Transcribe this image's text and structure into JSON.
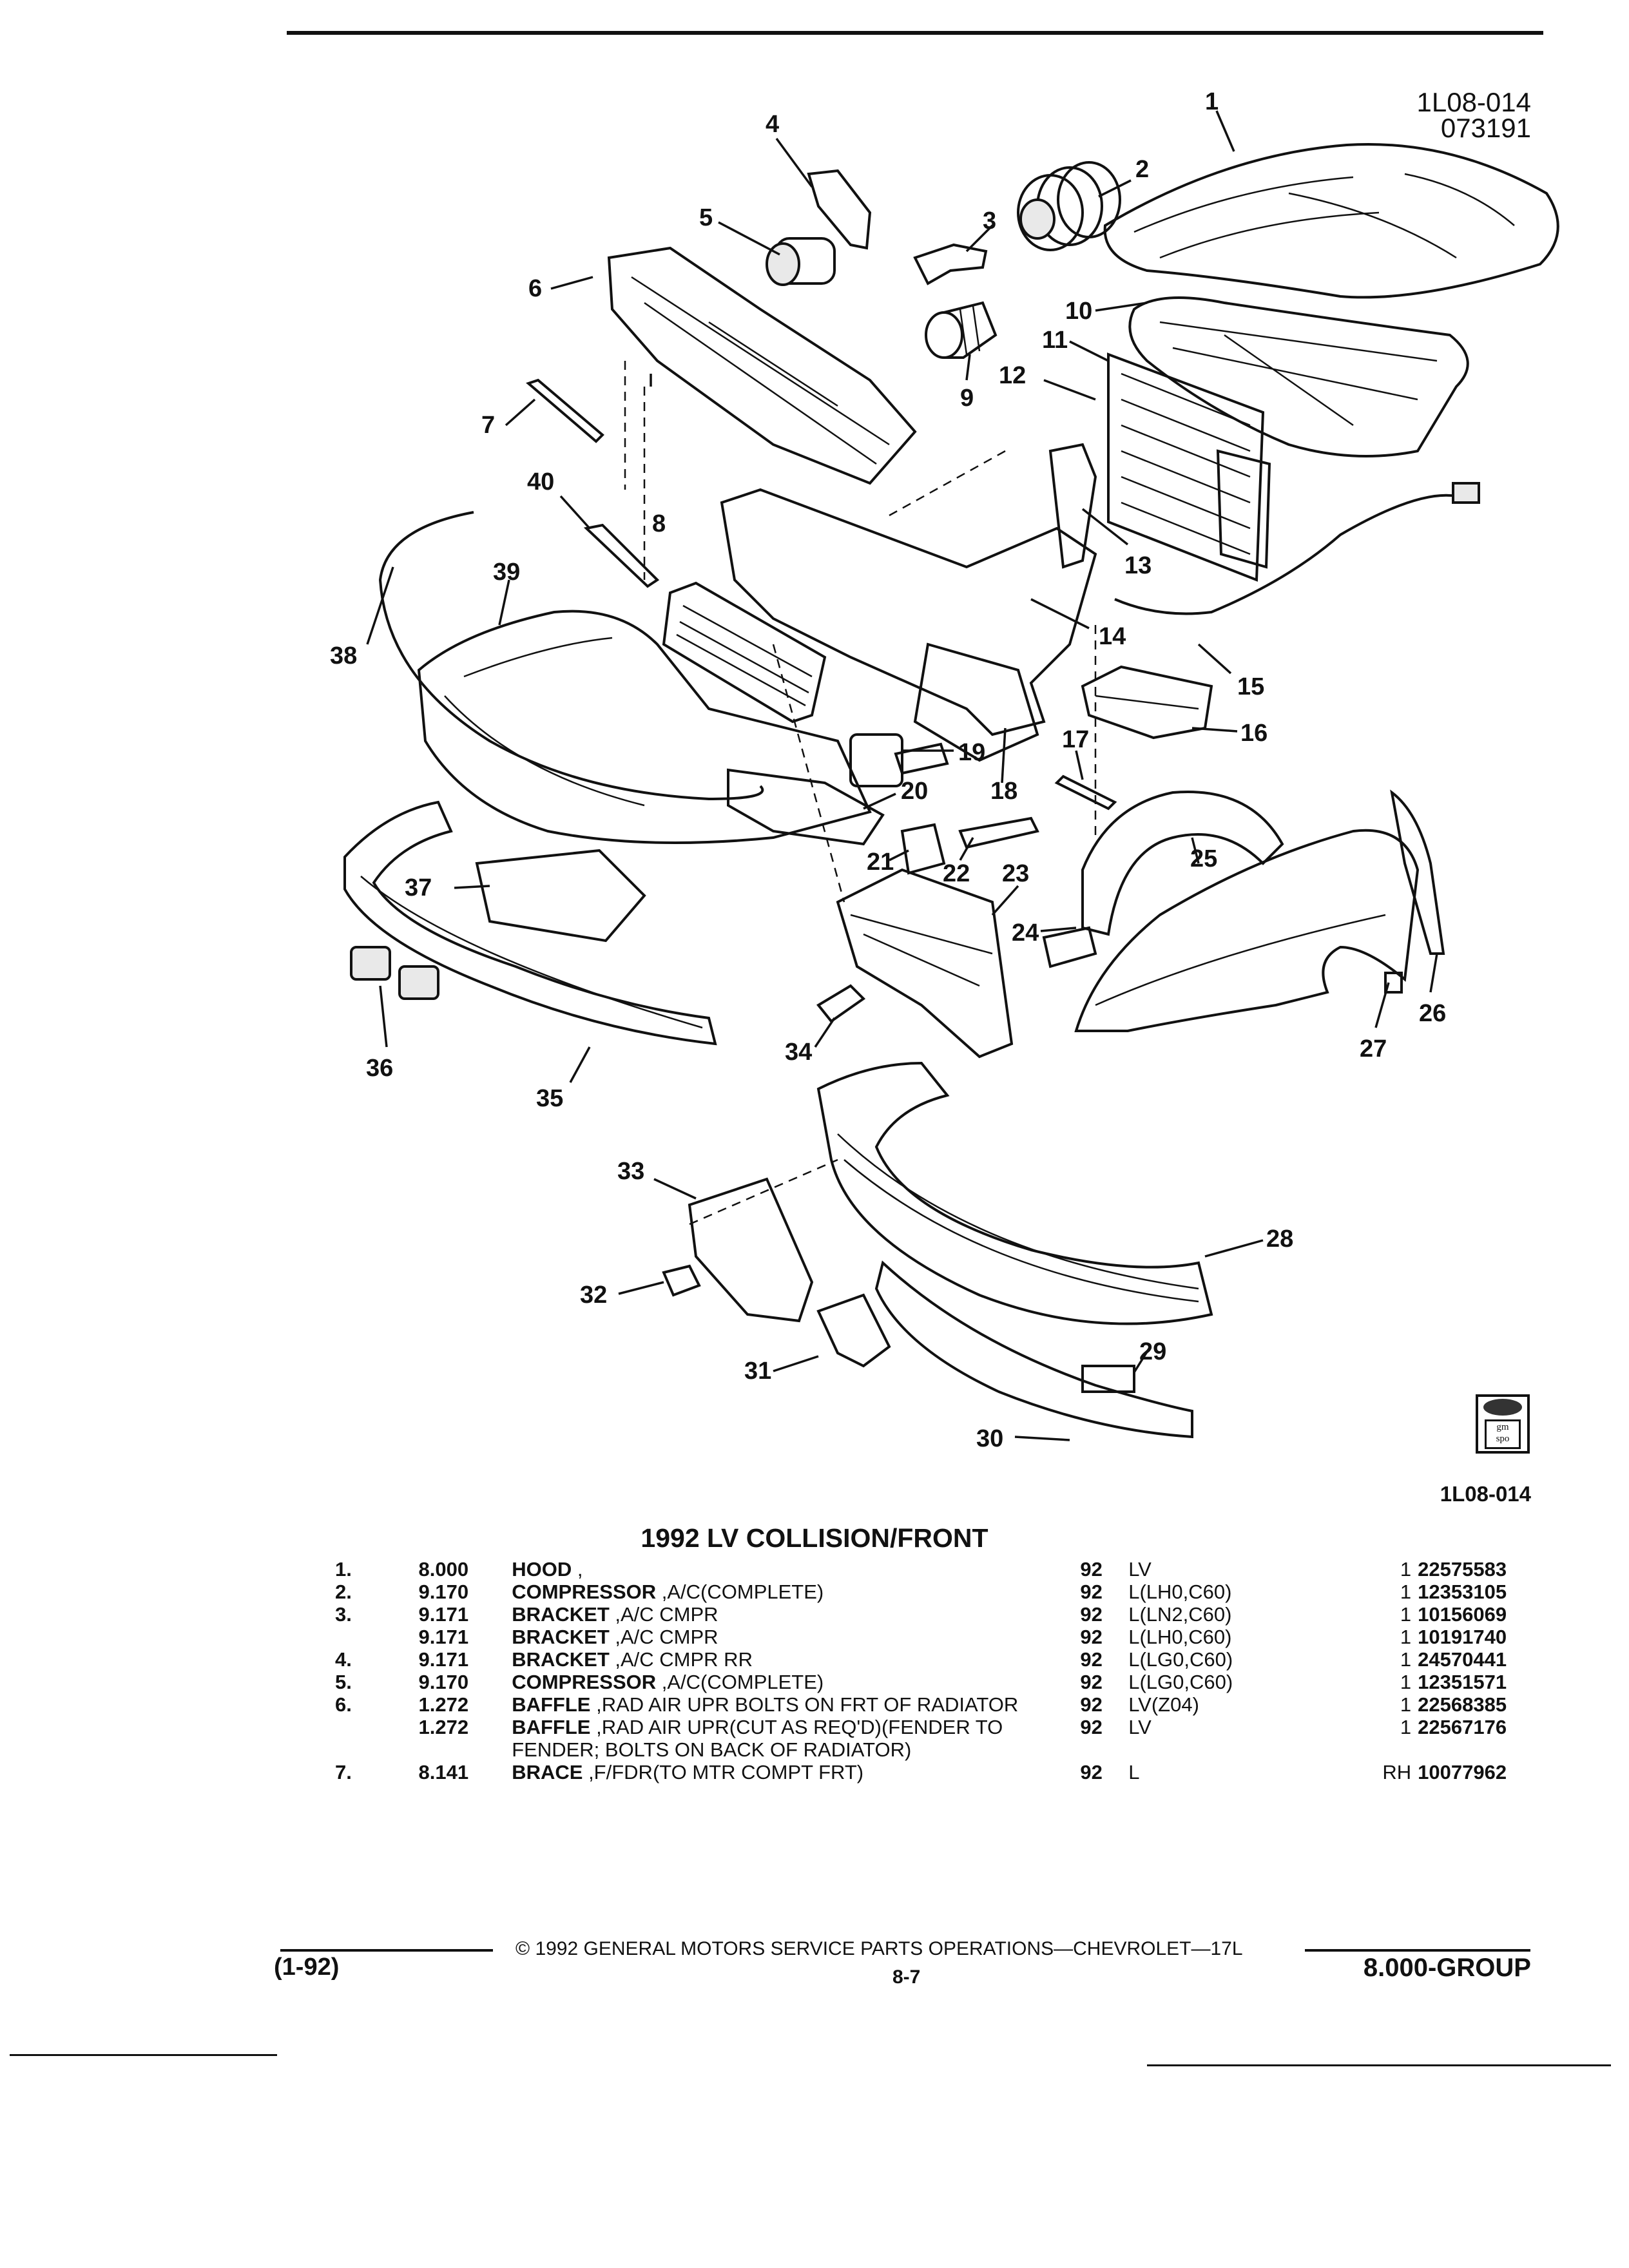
{
  "header": {
    "illustration_code": "1L08-014",
    "illustration_date": "073191"
  },
  "diagram": {
    "callouts": [
      "1",
      "2",
      "3",
      "4",
      "5",
      "6",
      "7",
      "8",
      "9",
      "10",
      "11",
      "12",
      "13",
      "14",
      "15",
      "16",
      "17",
      "18",
      "19",
      "20",
      "21",
      "22",
      "23",
      "24",
      "25",
      "26",
      "27",
      "28",
      "29",
      "30",
      "31",
      "32",
      "33",
      "34",
      "35",
      "36",
      "37",
      "38",
      "39",
      "40"
    ]
  },
  "logo": {
    "text": "gm spo"
  },
  "illustration_code_small": "1L08-014",
  "title": "1992 LV COLLISION/FRONT",
  "parts": [
    {
      "ref": "1.",
      "group": "8.000",
      "name": "HOOD",
      "detail": " ,",
      "year": "92",
      "model": "LV",
      "qty": "1",
      "part_no": "22575583"
    },
    {
      "ref": "2.",
      "group": "9.170",
      "name": "COMPRESSOR",
      "detail": " ,A/C(COMPLETE)",
      "year": "92",
      "model": "L(LH0,C60)",
      "qty": "1",
      "part_no": "12353105"
    },
    {
      "ref": "3.",
      "group": "9.171",
      "name": "BRACKET",
      "detail": " ,A/C CMPR",
      "year": "92",
      "model": "L(LN2,C60)",
      "qty": "1",
      "part_no": "10156069"
    },
    {
      "ref": "",
      "group": "9.171",
      "name": "BRACKET",
      "detail": " ,A/C CMPR",
      "year": "92",
      "model": "L(LH0,C60)",
      "qty": "1",
      "part_no": "10191740"
    },
    {
      "ref": "4.",
      "group": "9.171",
      "name": "BRACKET",
      "detail": " ,A/C CMPR RR",
      "year": "92",
      "model": "L(LG0,C60)",
      "qty": "1",
      "part_no": "24570441"
    },
    {
      "ref": "5.",
      "group": "9.170",
      "name": "COMPRESSOR",
      "detail": " ,A/C(COMPLETE)",
      "year": "92",
      "model": "L(LG0,C60)",
      "qty": "1",
      "part_no": "12351571"
    },
    {
      "ref": "6.",
      "group": "1.272",
      "name": "BAFFLE",
      "detail": " ,RAD AIR UPR BOLTS ON FRT OF RADIATOR",
      "year": "92",
      "model": "LV(Z04)",
      "qty": "1",
      "part_no": "22568385"
    },
    {
      "ref": "",
      "group": "1.272",
      "name": "BAFFLE",
      "detail": " ,RAD AIR UPR(CUT AS REQ'D)(FENDER TO FENDER; BOLTS ON BACK OF RADIATOR)",
      "year": "92",
      "model": "LV",
      "qty": "1",
      "part_no": "22567176"
    },
    {
      "ref": "7.",
      "group": "8.141",
      "name": "BRACE",
      "detail": " ,F/FDR(TO MTR COMPT FRT)",
      "year": "92",
      "model": "L",
      "qty": "RH",
      "part_no": "10077962"
    }
  ],
  "footer": {
    "copyright": "©  1992  GENERAL MOTORS SERVICE PARTS OPERATIONS—CHEVROLET—17L",
    "date_code": "(1-92)",
    "page": "8-7",
    "group": "8.000-GROUP"
  }
}
